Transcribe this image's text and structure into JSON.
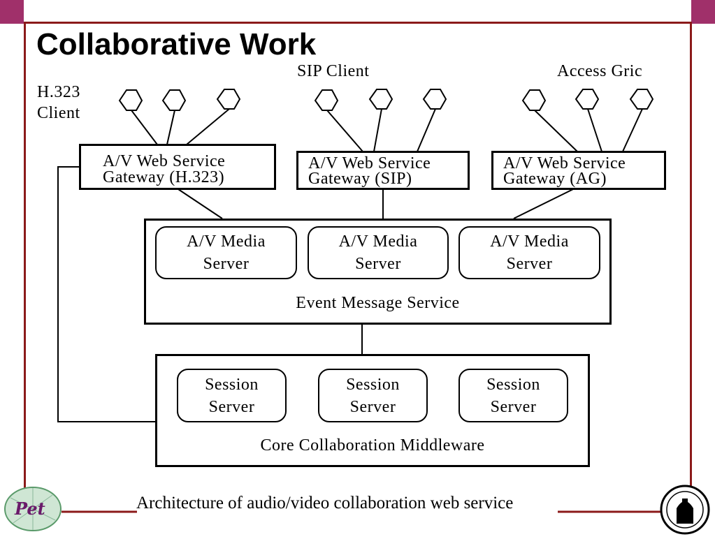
{
  "slide": {
    "title": "Collaborative Work",
    "caption": "Architecture of audio/video collaboration web service",
    "logo_left_text": "Pet"
  },
  "clients": {
    "h323_line1": "H.323",
    "h323_line2": "Client",
    "sip": "SIP Client",
    "ag": "Access Gric"
  },
  "gateways": [
    {
      "line1": "A/V Web Service",
      "line2": "Gateway (H.323)"
    },
    {
      "line1": "A/V Web Service",
      "line2": "Gateway (SIP)"
    },
    {
      "line1": "A/V Web Service",
      "line2": "Gateway  (AG)"
    }
  ],
  "media_servers": [
    {
      "line1": "A/V Media",
      "line2": "Server"
    },
    {
      "line1": "A/V Media",
      "line2": "Server"
    },
    {
      "line1": "A/V Media",
      "line2": "Server"
    }
  ],
  "event_service": "Event Message Service",
  "session_servers": [
    {
      "line1": "Session",
      "line2": "Server"
    },
    {
      "line1": "Session",
      "line2": "Server"
    },
    {
      "line1": "Session",
      "line2": "Server"
    }
  ],
  "middleware": "Core Collaboration Middleware",
  "colors": {
    "frame": "#8b1a1a",
    "corner": "#a0306a"
  }
}
